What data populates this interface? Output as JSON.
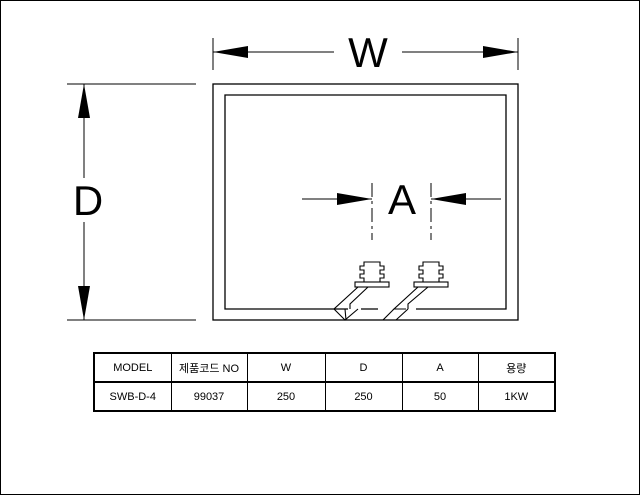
{
  "dimensions": {
    "width_label": "W",
    "depth_label": "D",
    "spacing_label": "A"
  },
  "spec_table": {
    "headers": [
      "MODEL",
      "제품코드 NO",
      "W",
      "D",
      "A",
      "용량"
    ],
    "rows": [
      [
        "SWB-D-4",
        "99037",
        "250",
        "250",
        "50",
        "1KW"
      ]
    ]
  }
}
